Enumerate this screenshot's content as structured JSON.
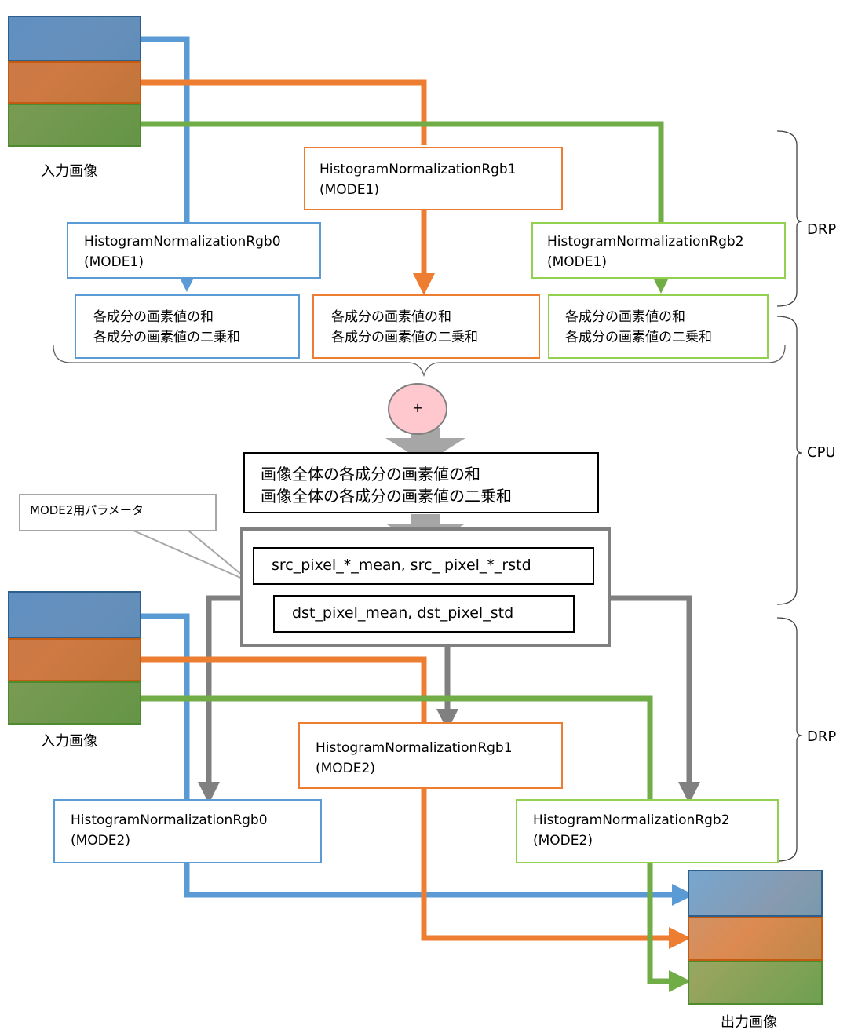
{
  "input_label_top": "入力画像",
  "input_label_bottom": "入力画像",
  "output_label": "出力画像",
  "side_labels": {
    "drp_top": "DRP",
    "cpu": "CPU",
    "drp_bottom": "DRP"
  },
  "mode1_blocks": [
    {
      "name": "HistogramNormalizationRgb0",
      "mode": "(MODE1)"
    },
    {
      "name": "HistogramNormalizationRgb1",
      "mode": "(MODE1)"
    },
    {
      "name": "HistogramNormalizationRgb2",
      "mode": "(MODE1)"
    }
  ],
  "sum_boxes": [
    {
      "line1": "各成分の画素値の和",
      "line2": "各成分の画素値の二乗和"
    },
    {
      "line1": "各成分の画素値の和",
      "line2": "各成分の画素値の二乗和"
    },
    {
      "line1": "各成分の画素値の和",
      "line2": "各成分の画素値の二乗和"
    }
  ],
  "plus_symbol": "+",
  "total_box": {
    "line1": "画像全体の各成分の画素値の和",
    "line2": "画像全体の各成分の画素値の二乗和"
  },
  "callout": "MODE2用パラメータ",
  "param_box": {
    "src": "src_pixel_*_mean, src_ pixel_*_rstd",
    "dst": "dst_pixel_mean, dst_pixel_std"
  },
  "mode2_blocks": [
    {
      "name": "HistogramNormalizationRgb0",
      "mode": "(MODE2)"
    },
    {
      "name": "HistogramNormalizationRgb1",
      "mode": "(MODE2)"
    },
    {
      "name": "HistogramNormalizationRgb2",
      "mode": "(MODE2)"
    }
  ],
  "colors": {
    "blue": "#5b9bd5",
    "orange": "#ed7d31",
    "green": "#70ad47",
    "gray": "#808080"
  }
}
